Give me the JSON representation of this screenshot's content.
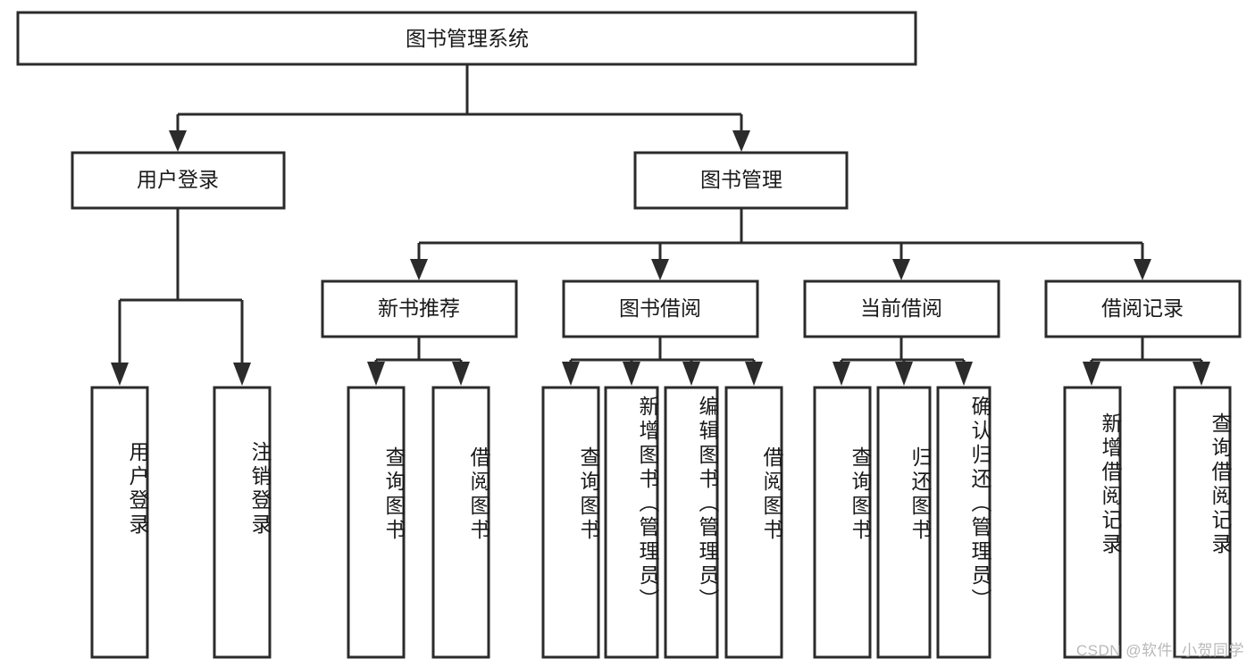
{
  "diagram": {
    "type": "tree",
    "root": {
      "label": "图书管理系统"
    },
    "level2": [
      {
        "label": "用户登录"
      },
      {
        "label": "图书管理"
      }
    ],
    "level3": [
      {
        "label": "新书推荐"
      },
      {
        "label": "图书借阅"
      },
      {
        "label": "当前借阅"
      },
      {
        "label": "借阅记录"
      }
    ],
    "leaves": [
      {
        "label": "用户登录",
        "parent": "用户登录"
      },
      {
        "label": "注销登录",
        "parent": "用户登录"
      },
      {
        "label": "查询图书",
        "parent": "新书推荐"
      },
      {
        "label": "借阅图书",
        "parent": "新书推荐"
      },
      {
        "label": "查询图书",
        "parent": "图书借阅"
      },
      {
        "label": "新增图书（管理员）",
        "parent": "图书借阅"
      },
      {
        "label": "编辑图书（管理员）",
        "parent": "图书借阅"
      },
      {
        "label": "借阅图书",
        "parent": "图书借阅"
      },
      {
        "label": "查询图书",
        "parent": "当前借阅"
      },
      {
        "label": "归还图书",
        "parent": "当前借阅"
      },
      {
        "label": "确认归还（管理员）",
        "parent": "当前借阅"
      },
      {
        "label": "新增借阅记录",
        "parent": "借阅记录"
      },
      {
        "label": "查询借阅记录",
        "parent": "借阅记录"
      }
    ]
  },
  "watermark": {
    "text": "CSDN @软件_小贺同学"
  },
  "colors": {
    "stroke": "#2b2b2b",
    "fill": "#ffffff",
    "text": "#1a1a1a",
    "watermark": "#b9b9b9"
  }
}
